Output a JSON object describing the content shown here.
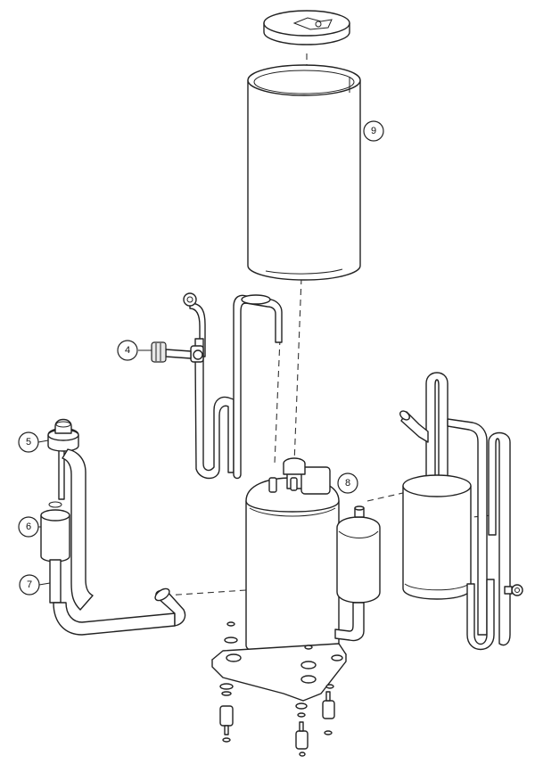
{
  "callouts": [
    {
      "label": "4"
    },
    {
      "label": "5"
    },
    {
      "label": "6"
    },
    {
      "label": "7"
    },
    {
      "label": "8"
    },
    {
      "label": "9"
    }
  ]
}
